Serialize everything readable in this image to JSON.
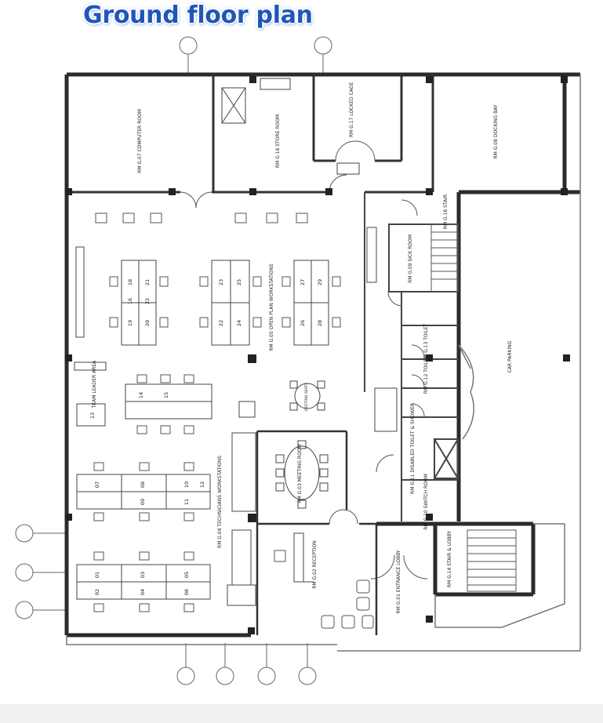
{
  "title": "Ground floor plan",
  "rooms": {
    "computer_room": "RM G.07 COMPUTER ROOM",
    "store_room": "RM G.18 STORE ROOM",
    "locked_cage": "RM G.17 LOCKED CAGE",
    "docking_bay": "RM G.08 DOCKING BAY",
    "stair_north": "RM G.16 STAIR",
    "sick_room": "RM G.09 SICK ROOM",
    "open_plan": "RM G.05 OPEN PLAN WORKSTATIONS",
    "toilet_1": "RM G.13 TOILET",
    "toilet_2": "RM G.12 TOILET",
    "disabled_toilet": "RM G.11 DISABLED TOILET & SHOWER",
    "switch_room": "RM G.10 SWITCH ROOM",
    "car_parking": "CAR PARKING",
    "team_leader": "TEAM LEADER AREA",
    "meeting_room": "RM G.03 MEETING ROOM",
    "technicians": "RM G.04 TECHNICIANS WORKSTATIONS",
    "reception": "RM G.02 RECEPTION",
    "entrance_lobby": "RM G.01 ENTRANCE LOBBY",
    "stair_lobby": "RM G.14 STAIR & LOBBY",
    "meeting_seats": "MEETING SEATS"
  },
  "desk_numbers": {
    "cluster_a": [
      "18",
      "19",
      "21",
      "16",
      "20",
      "22"
    ],
    "cluster_b": [
      "23",
      "25",
      "22",
      "24"
    ],
    "cluster_c": [
      "27",
      "29",
      "26",
      "28"
    ],
    "team_leader": [
      "14",
      "15",
      "13"
    ],
    "tech_row1": [
      "07",
      "08",
      "10",
      "12",
      "09",
      "11"
    ],
    "tech_row2": [
      "01",
      "02",
      "03",
      "04",
      "05",
      "06"
    ]
  },
  "colors": {
    "title": "#1f56b8",
    "wall": "#2b2b2b",
    "line": "#555555"
  }
}
